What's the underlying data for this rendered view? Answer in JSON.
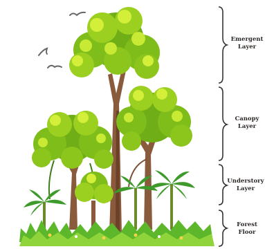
{
  "diagram": {
    "layers": [
      {
        "id": "emergent",
        "line1": "Emergent",
        "line2": "Layer"
      },
      {
        "id": "canopy",
        "line1": "Canopy",
        "line2": "Layer"
      },
      {
        "id": "understory",
        "line1": "Understory",
        "line2": "Layer"
      },
      {
        "id": "forest-floor",
        "line1": "Forest",
        "line2": "Floor"
      }
    ],
    "colors": {
      "leaf_dark": "#6fae16",
      "leaf_mid": "#9bd020",
      "leaf_light": "#d4ef3a",
      "trunk": "#8a5a3c",
      "trunk_dark": "#6b4128",
      "palm": "#3f9a2c",
      "grass": "#5cb82a",
      "bracket": "#333333",
      "text": "#2e2a28"
    }
  }
}
